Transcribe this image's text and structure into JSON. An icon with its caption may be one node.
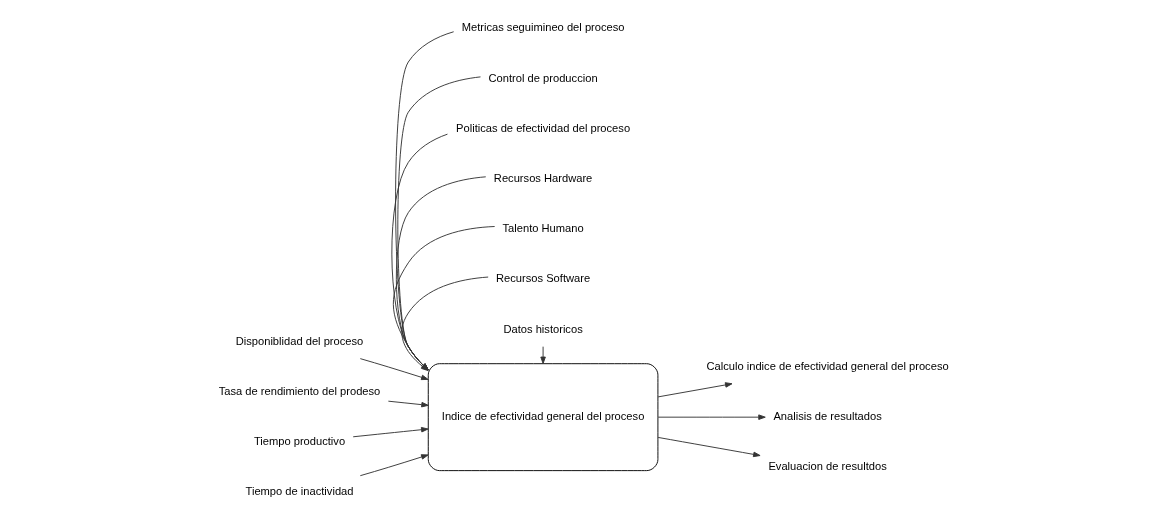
{
  "diagram": {
    "nodes": [
      {
        "text": [
          "Indice de efectividad general del proceso"
        ]
      },
      {
        "text": [
          "Metricas seguimineo del proceso"
        ]
      },
      {
        "text": [
          "Control de produccion"
        ]
      },
      {
        "text": [
          "Politicas de efectividad del proceso"
        ]
      },
      {
        "text": [
          "Disponiblidad del proceso"
        ]
      },
      {
        "text": [
          "Tasa de rendimiento del prodeso"
        ]
      },
      {
        "text": [
          "Tiempo productivo"
        ]
      },
      {
        "text": [
          "Tiempo de inactividad"
        ]
      },
      {
        "text": [
          "Calculo indice de efectividad general del proceso"
        ]
      },
      {
        "text": [
          "Analisis de resultados"
        ]
      },
      {
        "text": [
          "Evaluacion de resultdos"
        ]
      },
      {
        "text": [
          "Recursos Hardware"
        ]
      },
      {
        "text": [
          "Talento Humano"
        ]
      },
      {
        "text": [
          "Recursos Software"
        ]
      },
      {
        "text": [
          "Datos historicos"
        ]
      }
    ],
    "edges": [
      {
        "from": 1,
        "to": 0,
        "arrow": "to"
      },
      {
        "from": 2,
        "to": 0,
        "arrow": "to"
      },
      {
        "from": 3,
        "to": 0,
        "arrow": "to"
      },
      {
        "from": 4,
        "to": 0,
        "arrow": "to"
      },
      {
        "from": 5,
        "to": 0,
        "arrow": "to"
      },
      {
        "from": 6,
        "to": 0,
        "arrow": "to"
      },
      {
        "from": 7,
        "to": 0,
        "arrow": "to"
      },
      {
        "from": 0,
        "to": 8,
        "arrow": "to"
      },
      {
        "from": 0,
        "to": 9,
        "arrow": "to"
      },
      {
        "from": 0,
        "to": 10,
        "arrow": "to"
      },
      {
        "from": 11,
        "to": 0,
        "arrow": "to"
      },
      {
        "from": 12,
        "to": 0,
        "arrow": "to"
      },
      {
        "from": 13,
        "to": 0,
        "arrow": "to"
      },
      {
        "from": 14,
        "to": 0,
        "arrow": "to"
      }
    ]
  }
}
